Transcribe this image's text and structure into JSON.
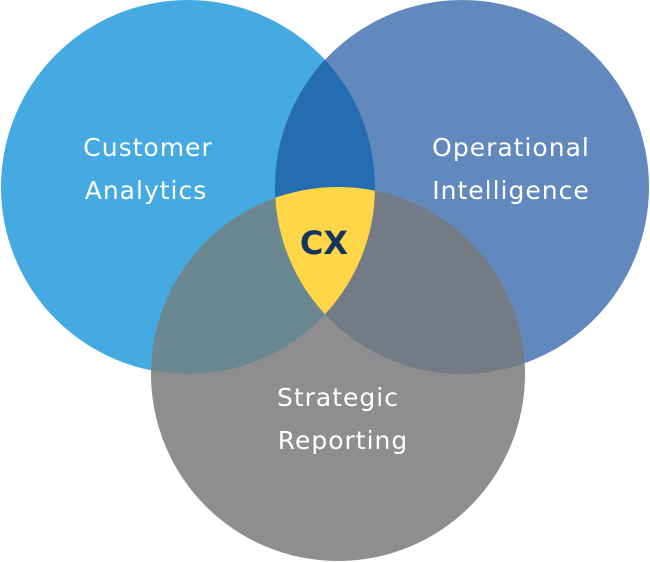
{
  "diagram": {
    "sets": [
      {
        "id": "left",
        "line1": "Customer",
        "line2": "Analytics"
      },
      {
        "id": "right",
        "line1": "Operational",
        "line2": "Intelligence"
      },
      {
        "id": "bottom",
        "line1": "Strategic",
        "line2": "Reporting"
      }
    ],
    "center_label": "CX",
    "colors": {
      "left": "#45aae2",
      "right": "#6189bd",
      "bottom": "#8e8e8e",
      "left_right": "#236db0",
      "left_bottom": "#6b8791",
      "right_bottom": "#727b86",
      "center": "#fed647",
      "center_text": "#15345e"
    }
  }
}
